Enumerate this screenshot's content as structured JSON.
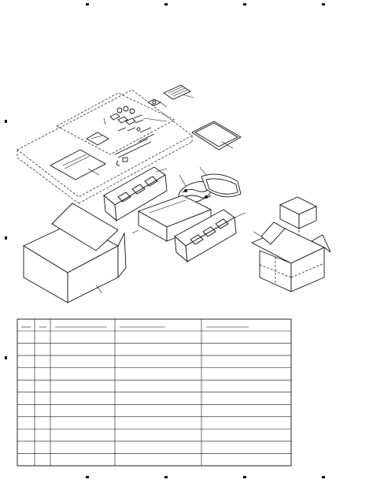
{
  "page": {
    "background": "#ffffff",
    "line_color": "#111111"
  },
  "diagram": {
    "kind": "exploded packing view",
    "parts_table": {
      "columns": 5,
      "body_rows": 11
    }
  }
}
